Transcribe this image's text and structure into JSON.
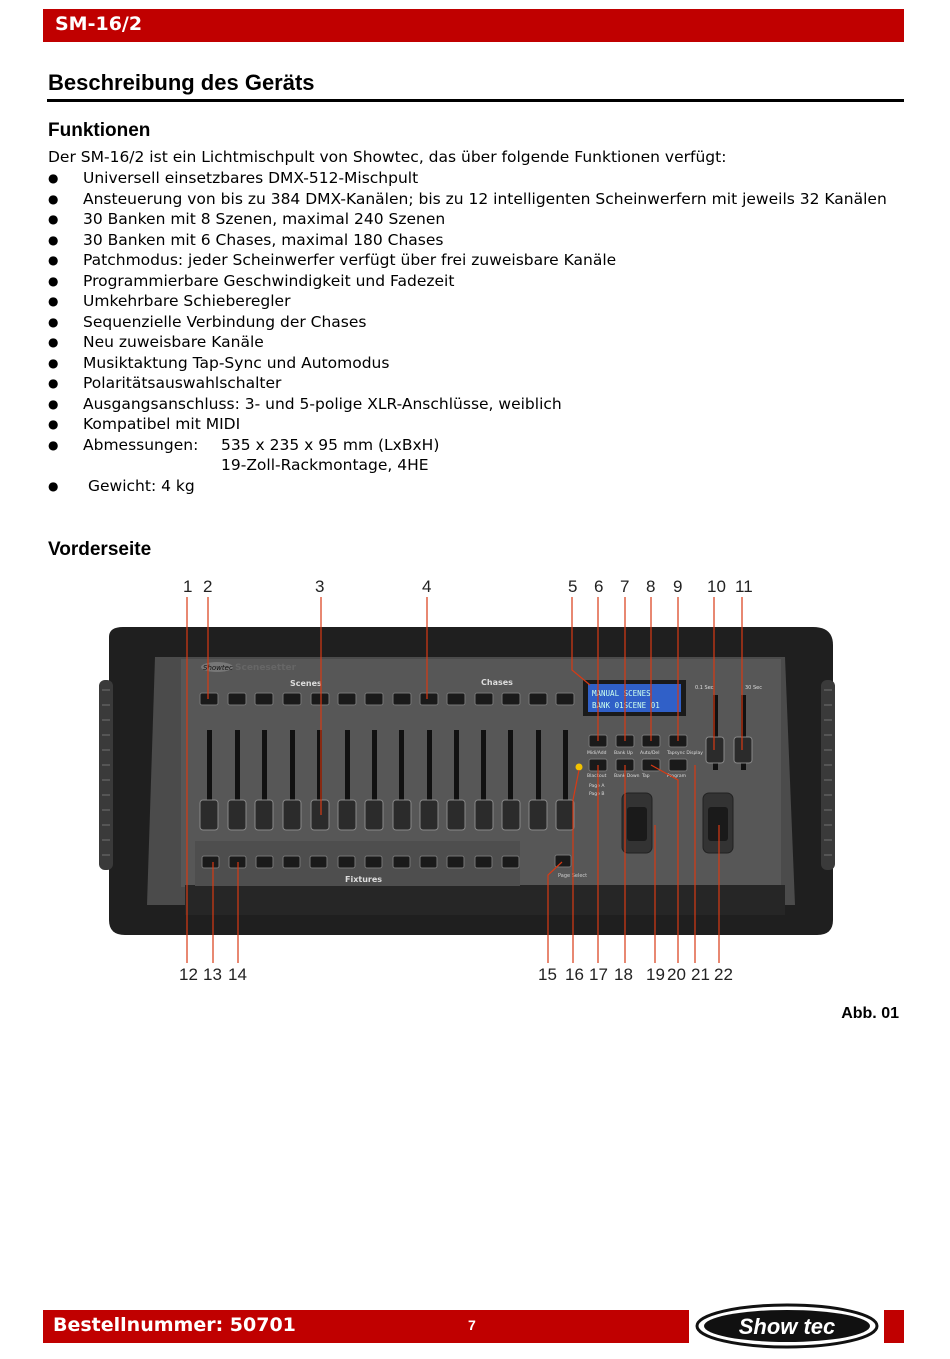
{
  "header": {
    "model": "SM-16/2"
  },
  "section_title": "Beschreibung des Geräts",
  "functions": {
    "heading": "Funktionen",
    "intro": "Der SM-16/2 ist ein Lichtmischpult von Showtec, das über folgende Funktionen verfügt:",
    "items": [
      "Universell einsetzbares DMX-512-Mischpult",
      "Ansteuerung von bis zu 384 DMX-Kanälen; bis zu 12 intelligenten Scheinwerfern mit jeweils 32 Kanälen",
      "30 Banken mit 8 Szenen, maximal 240 Szenen",
      "30 Banken mit 6 Chases, maximal 180 Chases",
      "Patchmodus: jeder Scheinwerfer verfügt über frei zuweisbare Kanäle",
      "Programmierbare Geschwindigkeit und Fadezeit",
      "Umkehrbare Schieberegler",
      "Sequenzielle Verbindung der Chases",
      "Neu zuweisbare Kanäle",
      "Musiktaktung Tap-Sync und Automodus",
      "Polaritätsauswahlschalter",
      "Ausgangsanschluss: 3- und 5-polige XLR-Anschlüsse, weiblich",
      "Kompatibel mit MIDI"
    ],
    "dimensions_label": "Abmessungen:",
    "dimensions_value": "535 x 235 x 95 mm (LxBxH)",
    "dimensions_cont": "19-Zoll-Rackmontage, 4HE",
    "weight": "Gewicht: 4 kg",
    "bullet": "●"
  },
  "front": {
    "heading": "Vorderseite",
    "top_callouts": [
      "1",
      "2",
      "3",
      "4",
      "5",
      "6",
      "7",
      "8",
      "9",
      "10",
      "11"
    ],
    "bottom_callouts": [
      "12",
      "13",
      "14",
      "15",
      "16",
      "17",
      "18",
      "19",
      "20",
      "21",
      "22"
    ],
    "panel": {
      "brand": "Showtec",
      "product": "Scenesetter",
      "scenes_label": "Scenes",
      "chases_label": "Chases",
      "fixtures_label": "Fixtures",
      "lcd_line1": "MANUAL  SCENES",
      "lcd_line2": "BANK 01SCENE 01",
      "speed_label": "0.1 Sec",
      "fade_label": "30 Sec",
      "page_select": "Page Select",
      "page_a": "Page A",
      "page_b": "Page B",
      "btn_row1": [
        "Midi/Add",
        "Bank Up",
        "Auto/Del",
        "Tapsync Display"
      ],
      "btn_row2": [
        "Blackout",
        "Bank Down",
        "Tap",
        "Program"
      ]
    },
    "caption": "Abb. 01"
  },
  "footer": {
    "order_number": "Bestellnummer: 50701",
    "page": "7",
    "logo": "Show tec"
  },
  "colors": {
    "brand_red": "#c00000",
    "panel_dark": "#2a2a2a",
    "panel_grey": "#4a4a4a",
    "lcd_blue": "#2f5fc4",
    "callout_red": "#d83a14"
  }
}
